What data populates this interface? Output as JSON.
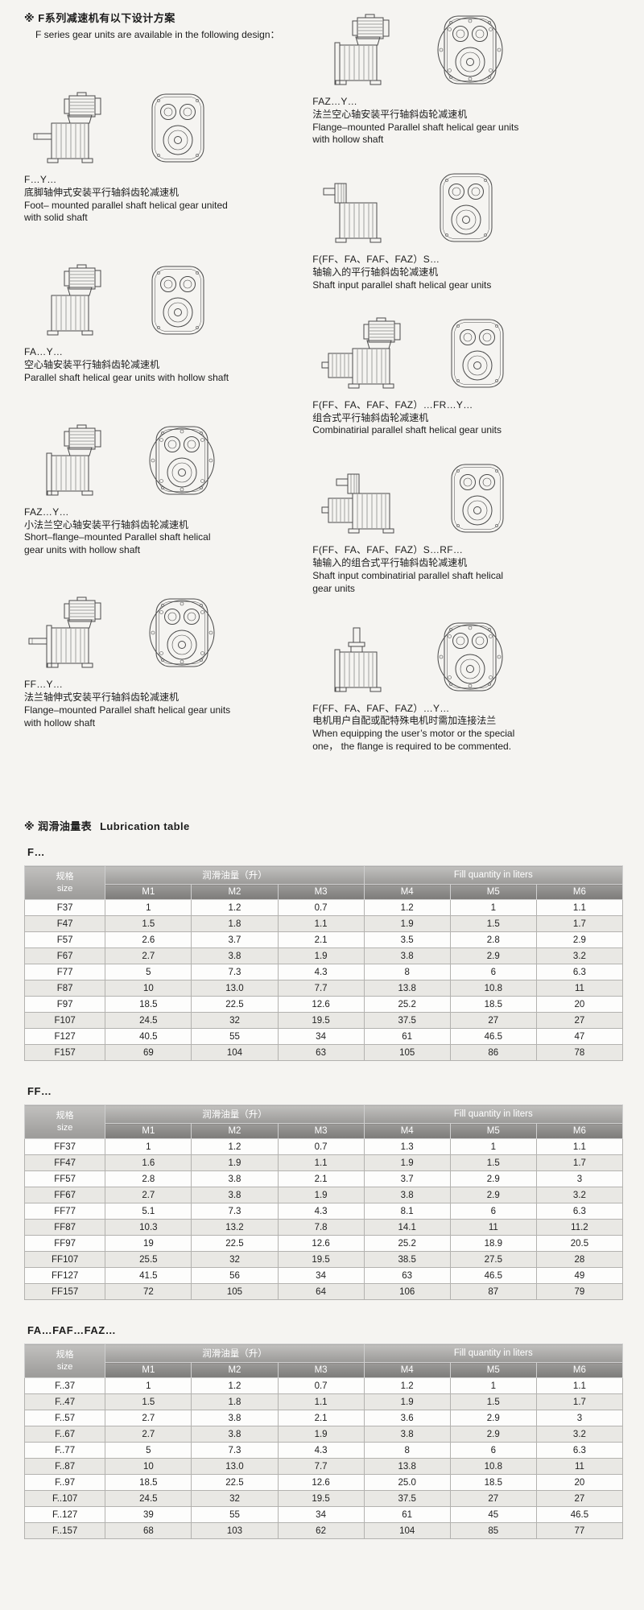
{
  "page": {
    "header_cn": "※ F系列减速机有以下设计方案",
    "header_en": "F series gear units are available in the following design："
  },
  "designs": {
    "left": [
      {
        "code": "F…Y…",
        "cn": "底脚轴伸式安装平行轴斜齿轮减速机",
        "en": "Foot– mounted parallel shaft helical gear united with solid shaft"
      },
      {
        "code": "FA…Y…",
        "cn": "空心轴安装平行轴斜齿轮减速机",
        "en": "Parallel shaft helical gear units with hollow shaft"
      },
      {
        "code": "FAZ…Y…",
        "cn": "小法兰空心轴安装平行轴斜齿轮减速机",
        "en": "Short–flange–mounted Parallel shaft helical gear units with hollow shaft"
      },
      {
        "code": "FF…Y…",
        "cn": "法兰轴伸式安装平行轴斜齿轮减速机",
        "en": "Flange–mounted Parallel shaft helical gear units with hollow shaft"
      }
    ],
    "right": [
      {
        "code": "FAZ…Y…",
        "cn": "法兰空心轴安装平行轴斜齿轮减速机",
        "en": "Flange–mounted Parallel shaft helical gear units with hollow shaft"
      },
      {
        "code": "F(FF、FA、FAF、FAZ）S…",
        "cn": "轴输入的平行轴斜齿轮减速机",
        "en": "Shaft input parallel shaft helical gear units"
      },
      {
        "code": "F(FF、FA、FAF、FAZ）…FR…Y…",
        "cn": "组合式平行轴斜齿轮减速机",
        "en": "Combinatirial parallel shaft helical gear units"
      },
      {
        "code": "F(FF、FA、FAF、FAZ）S…RF…",
        "cn": "轴输入的组合式平行轴斜齿轮减速机",
        "en": "Shaft input combinatirial parallel shaft helical gear units"
      },
      {
        "code": "F(FF、FA、FAF、FAZ）…Y…",
        "cn": "电机用户自配或配特殊电机时需加连接法兰",
        "en": "When equipping the user’s motor or the special one， the flange is required to be commented."
      }
    ]
  },
  "lubrication": {
    "title_cn": "※ 润滑油量表",
    "title_en": "Lubrication table",
    "size_header_cn": "规格",
    "size_header_en": "size",
    "group_cn": "润滑油量（升）",
    "group_en": "Fill quantity in liters",
    "columns": [
      "M1",
      "M2",
      "M3",
      "M4",
      "M5",
      "M6"
    ],
    "tables": [
      {
        "label": "F…",
        "rows": [
          [
            "F37",
            "1",
            "1.2",
            "0.7",
            "1.2",
            "1",
            "1.1"
          ],
          [
            "F47",
            "1.5",
            "1.8",
            "1.1",
            "1.9",
            "1.5",
            "1.7"
          ],
          [
            "F57",
            "2.6",
            "3.7",
            "2.1",
            "3.5",
            "2.8",
            "2.9"
          ],
          [
            "F67",
            "2.7",
            "3.8",
            "1.9",
            "3.8",
            "2.9",
            "3.2"
          ],
          [
            "F77",
            "5",
            "7.3",
            "4.3",
            "8",
            "6",
            "6.3"
          ],
          [
            "F87",
            "10",
            "13.0",
            "7.7",
            "13.8",
            "10.8",
            "11"
          ],
          [
            "F97",
            "18.5",
            "22.5",
            "12.6",
            "25.2",
            "18.5",
            "20"
          ],
          [
            "F107",
            "24.5",
            "32",
            "19.5",
            "37.5",
            "27",
            "27"
          ],
          [
            "F127",
            "40.5",
            "55",
            "34",
            "61",
            "46.5",
            "47"
          ],
          [
            "F157",
            "69",
            "104",
            "63",
            "105",
            "86",
            "78"
          ]
        ]
      },
      {
        "label": "FF…",
        "rows": [
          [
            "FF37",
            "1",
            "1.2",
            "0.7",
            "1.3",
            "1",
            "1.1"
          ],
          [
            "FF47",
            "1.6",
            "1.9",
            "1.1",
            "1.9",
            "1.5",
            "1.7"
          ],
          [
            "FF57",
            "2.8",
            "3.8",
            "2.1",
            "3.7",
            "2.9",
            "3"
          ],
          [
            "FF67",
            "2.7",
            "3.8",
            "1.9",
            "3.8",
            "2.9",
            "3.2"
          ],
          [
            "FF77",
            "5.1",
            "7.3",
            "4.3",
            "8.1",
            "6",
            "6.3"
          ],
          [
            "FF87",
            "10.3",
            "13.2",
            "7.8",
            "14.1",
            "11",
            "11.2"
          ],
          [
            "FF97",
            "19",
            "22.5",
            "12.6",
            "25.2",
            "18.9",
            "20.5"
          ],
          [
            "FF107",
            "25.5",
            "32",
            "19.5",
            "38.5",
            "27.5",
            "28"
          ],
          [
            "FF127",
            "41.5",
            "56",
            "34",
            "63",
            "46.5",
            "49"
          ],
          [
            "FF157",
            "72",
            "105",
            "64",
            "106",
            "87",
            "79"
          ]
        ]
      },
      {
        "label": "FA…FAF…FAZ…",
        "rows": [
          [
            "F..37",
            "1",
            "1.2",
            "0.7",
            "1.2",
            "1",
            "1.1"
          ],
          [
            "F..47",
            "1.5",
            "1.8",
            "1.1",
            "1.9",
            "1.5",
            "1.7"
          ],
          [
            "F..57",
            "2.7",
            "3.8",
            "2.1",
            "3.6",
            "2.9",
            "3"
          ],
          [
            "F..67",
            "2.7",
            "3.8",
            "1.9",
            "3.8",
            "2.9",
            "3.2"
          ],
          [
            "F..77",
            "5",
            "7.3",
            "4.3",
            "8",
            "6",
            "6.3"
          ],
          [
            "F..87",
            "10",
            "13.0",
            "7.7",
            "13.8",
            "10.8",
            "11"
          ],
          [
            "F..97",
            "18.5",
            "22.5",
            "12.6",
            "25.0",
            "18.5",
            "20"
          ],
          [
            "F..107",
            "24.5",
            "32",
            "19.5",
            "37.5",
            "27",
            "27"
          ],
          [
            "F..127",
            "39",
            "55",
            "34",
            "61",
            "45",
            "46.5"
          ],
          [
            "F..157",
            "68",
            "103",
            "62",
            "104",
            "85",
            "77"
          ]
        ]
      }
    ]
  },
  "colors": {
    "table_header_top": "#c1c0be",
    "table_header_bottom": "#7c7b79",
    "row_alt": "#e9e8e4",
    "line_art": "#4a4a4a"
  }
}
